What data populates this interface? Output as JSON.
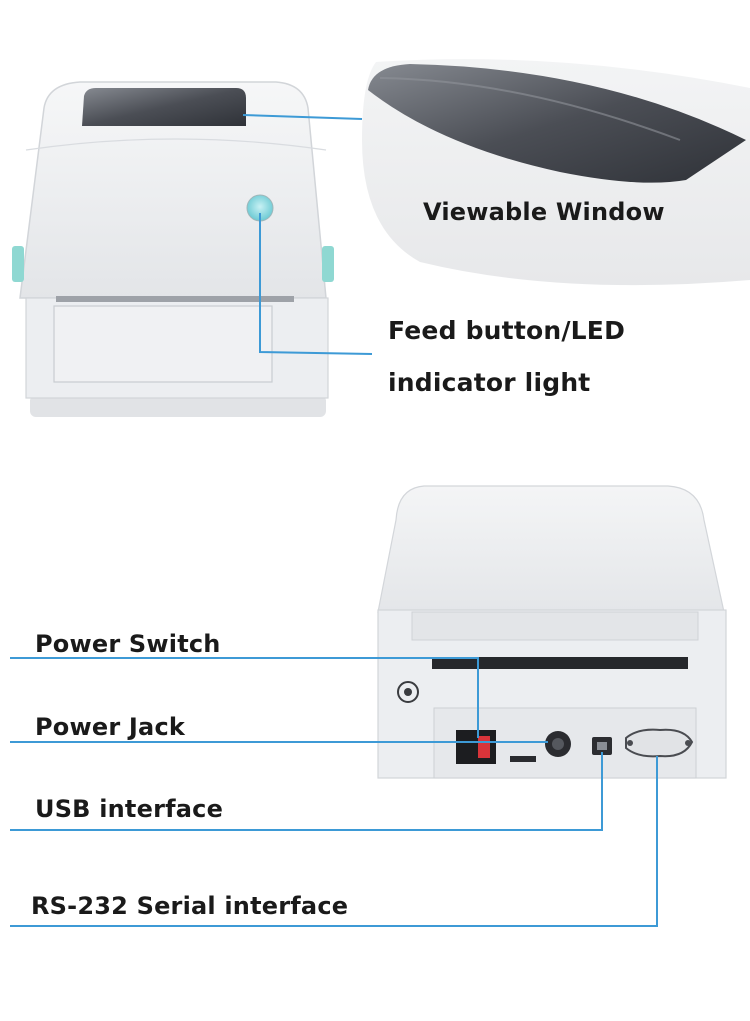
{
  "callouts": {
    "viewable_window": "Viewable Window",
    "feed_button_line1": "Feed button/LED",
    "feed_button_line2": "indicator light",
    "power_switch": "Power Switch",
    "power_jack": "Power Jack",
    "usb_interface": "USB interface",
    "rs232_interface": "RS-232 Serial interface"
  },
  "colors": {
    "leader_line": "#3d9ad6",
    "printer_body": "#eef0f2",
    "window_tint": "#5a5d63",
    "feed_button": "#7fd4dc",
    "side_grips": "#8fd8d2"
  }
}
